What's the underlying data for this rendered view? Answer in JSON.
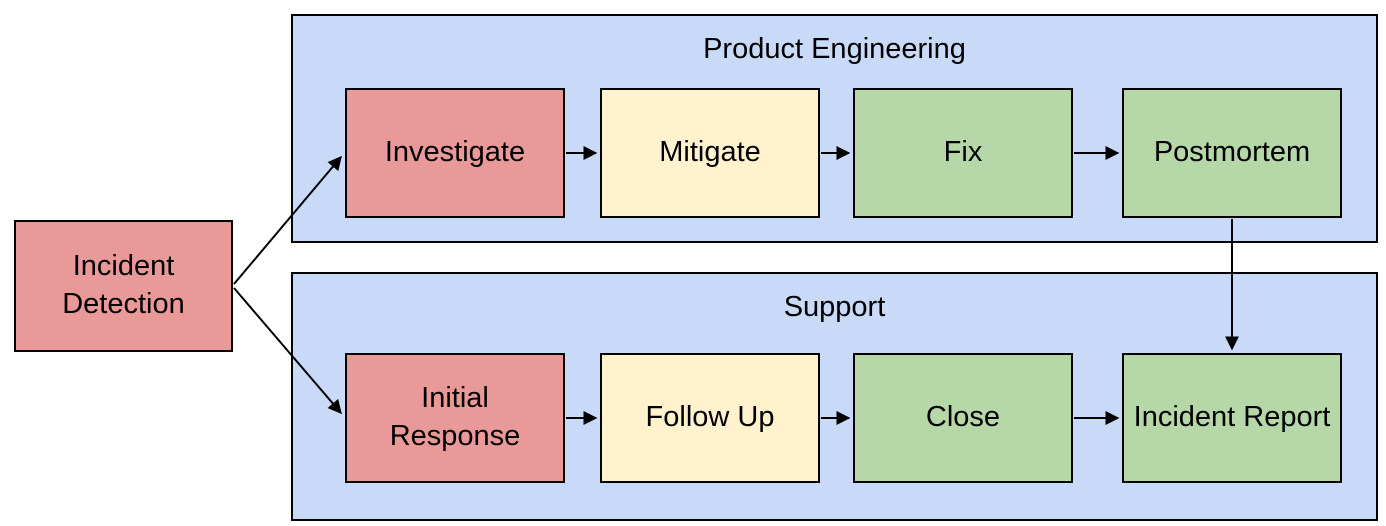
{
  "diagram": {
    "start_node": {
      "id": "incident-detection",
      "label": "Incident Detection",
      "color": "red"
    },
    "lanes": [
      {
        "id": "product-engineering",
        "title": "Product Engineering",
        "nodes": [
          {
            "id": "investigate",
            "label": "Investigate",
            "color": "red"
          },
          {
            "id": "mitigate",
            "label": "Mitigate",
            "color": "yellow"
          },
          {
            "id": "fix",
            "label": "Fix",
            "color": "green"
          },
          {
            "id": "postmortem",
            "label": "Postmortem",
            "color": "green"
          }
        ]
      },
      {
        "id": "support",
        "title": "Support",
        "nodes": [
          {
            "id": "initial-response",
            "label": "Initial Response",
            "color": "red"
          },
          {
            "id": "follow-up",
            "label": "Follow Up",
            "color": "yellow"
          },
          {
            "id": "close",
            "label": "Close",
            "color": "green"
          },
          {
            "id": "incident-report",
            "label": "Incident Report",
            "color": "green"
          }
        ]
      }
    ],
    "edges": [
      {
        "from": "incident-detection",
        "to": "investigate"
      },
      {
        "from": "incident-detection",
        "to": "initial-response"
      },
      {
        "from": "investigate",
        "to": "mitigate"
      },
      {
        "from": "mitigate",
        "to": "fix"
      },
      {
        "from": "fix",
        "to": "postmortem"
      },
      {
        "from": "initial-response",
        "to": "follow-up"
      },
      {
        "from": "follow-up",
        "to": "close"
      },
      {
        "from": "close",
        "to": "incident-report"
      },
      {
        "from": "postmortem",
        "to": "incident-report"
      }
    ],
    "palette": {
      "lane_fill": "#c9daf8",
      "red": "#ea9999",
      "yellow": "#fff2cc",
      "green": "#b6d7a8",
      "border": "#000000",
      "arrow": "#000000",
      "background": "#ffffff"
    }
  }
}
